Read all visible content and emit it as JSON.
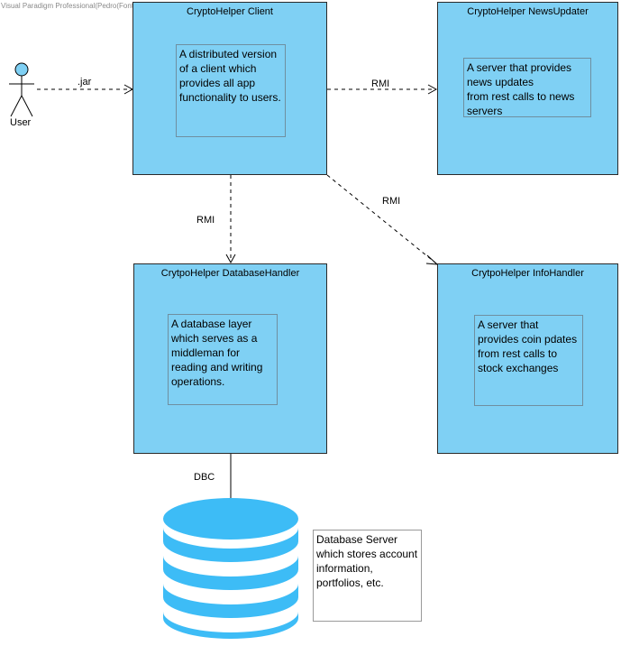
{
  "watermark": "Visual Paradigm Professional(Pedro(Fontys Hogescholen))",
  "actor": {
    "label": "User"
  },
  "nodes": {
    "client": {
      "title": "CryptoHelper Client",
      "note": "A distributed version of a client which provides all app functionality to users."
    },
    "news": {
      "title": "CryptoHelper NewsUpdater",
      "note": "A server that provides news updates\nfrom rest calls to news servers"
    },
    "database": {
      "title": "CrytpoHelper DatabaseHandler",
      "note": "A database layer which serves as a middleman for reading and writing operations."
    },
    "info": {
      "title": "CrytpoHelper InfoHandler",
      "note": "A server that provides coin pdates from rest calls to stock exchanges"
    }
  },
  "connections": {
    "user_client": ".jar",
    "client_news": "RMI",
    "client_database": "RMI",
    "client_info": "RMI",
    "database_db": "DBC"
  },
  "database_note": "Database Server which stores account information, portfolios, etc.",
  "colors": {
    "node_fill": "#7fd0f4",
    "db_fill": "#3dbcf6",
    "line": "#000000"
  }
}
